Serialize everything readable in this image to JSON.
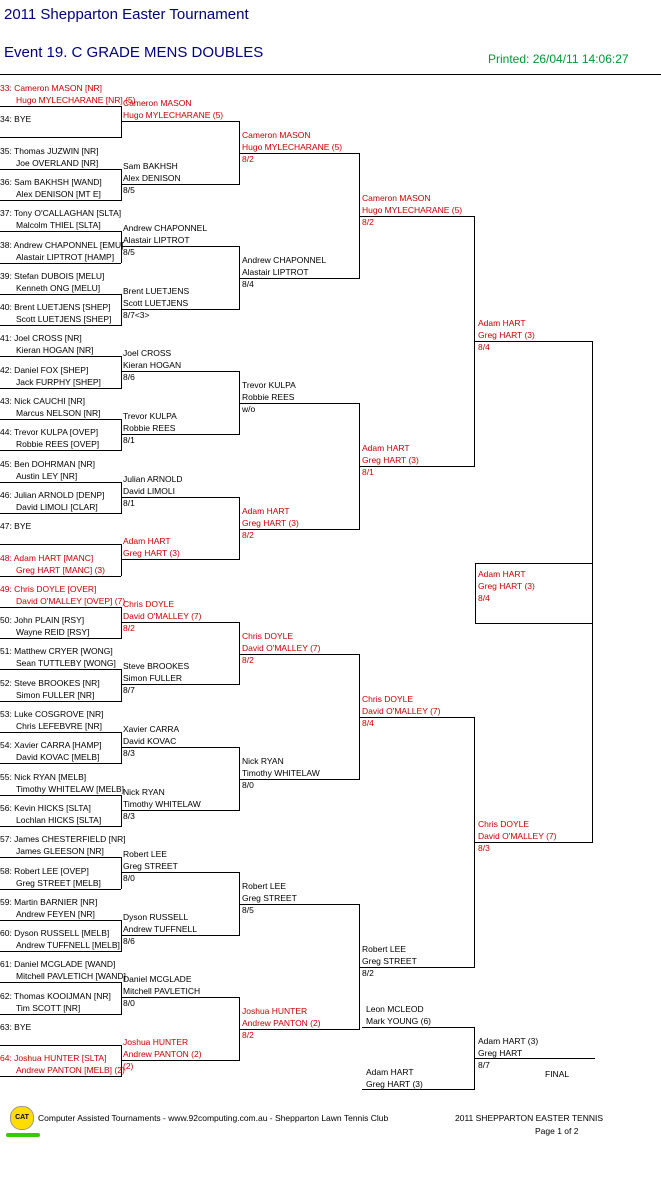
{
  "header": {
    "tournament": "2011 Shepparton Easter Tournament",
    "event": "Event 19. C GRADE MENS DOUBLES",
    "printed": "Printed: 26/04/11 14:06:27"
  },
  "round1": [
    {
      "pos": "33: Cameron MASON [NR]",
      "p2": "Hugo MYLECHARANE [NR] (5)",
      "red": true
    },
    {
      "pos": "34: BYE",
      "p2": "",
      "red": false
    },
    {
      "pos": "35: Thomas JUZWIN [NR]",
      "p2": "Joe OVERLAND [NR]",
      "red": false
    },
    {
      "pos": "36: Sam BAKHSH [WAND]",
      "p2": "Alex DENISON [MT E]",
      "red": false
    },
    {
      "pos": "37: Tony O'CALLAGHAN [SLTA]",
      "p2": "Malcolm THIEL [SLTA]",
      "red": false
    },
    {
      "pos": "38: Andrew CHAPONNEL [EMU]",
      "p2": "Alastair LIPTROT [HAMP]",
      "red": false
    },
    {
      "pos": "39: Stefan DUBOIS [MELU]",
      "p2": "Kenneth ONG [MELU]",
      "red": false
    },
    {
      "pos": "40: Brent LUETJENS [SHEP]",
      "p2": "Scott LUETJENS [SHEP]",
      "red": false
    },
    {
      "pos": "41: Joel CROSS [NR]",
      "p2": "Kieran HOGAN [NR]",
      "red": false
    },
    {
      "pos": "42: Daniel FOX [SHEP]",
      "p2": "Jack FURPHY [SHEP]",
      "red": false
    },
    {
      "pos": "43: Nick CAUCHI [NR]",
      "p2": "Marcus NELSON [NR]",
      "red": false
    },
    {
      "pos": "44: Trevor KULPA [OVEP]",
      "p2": "Robbie REES [OVEP]",
      "red": false
    },
    {
      "pos": "45: Ben DOHRMAN [NR]",
      "p2": "Austin LEY [NR]",
      "red": false
    },
    {
      "pos": "46: Julian ARNOLD [DENP]",
      "p2": "David LIMOLI [CLAR]",
      "red": false
    },
    {
      "pos": "47: BYE",
      "p2": "",
      "red": false
    },
    {
      "pos": "48: Adam HART [MANC]",
      "p2": "Greg HART [MANC] (3)",
      "red": true
    },
    {
      "pos": "49: Chris DOYLE [OVER]",
      "p2": "David O'MALLEY [OVEP] (7)",
      "red": true
    },
    {
      "pos": "50: John PLAIN [RSY]",
      "p2": "Wayne REID [RSY]",
      "red": false
    },
    {
      "pos": "51: Matthew CRYER [WONG]",
      "p2": "Sean TUTTLEBY [WONG]",
      "red": false
    },
    {
      "pos": "52: Steve BROOKES [NR]",
      "p2": "Simon FULLER [NR]",
      "red": false
    },
    {
      "pos": "53: Luke COSGROVE [NR]",
      "p2": "Chris LEFEBVRE [NR]",
      "red": false
    },
    {
      "pos": "54: Xavier CARRA [HAMP]",
      "p2": "David KOVAC [MELB]",
      "red": false
    },
    {
      "pos": "55: Nick RYAN [MELB]",
      "p2": "Timothy WHITELAW [MELB]",
      "red": false
    },
    {
      "pos": "56: Kevin HICKS [SLTA]",
      "p2": "Lochlan HICKS [SLTA]",
      "red": false
    },
    {
      "pos": "57: James CHESTERFIELD [NR]",
      "p2": "James GLEESON [NR]",
      "red": false
    },
    {
      "pos": "58: Robert LEE [OVEP]",
      "p2": "Greg STREET [MELB]",
      "red": false
    },
    {
      "pos": "59: Martin BARNIER [NR]",
      "p2": "Andrew FEYEN [NR]",
      "red": false
    },
    {
      "pos": "60: Dyson RUSSELL [MELB]",
      "p2": "Andrew TUFFNELL [MELB]",
      "red": false
    },
    {
      "pos": "61: Daniel MCGLADE [WAND]",
      "p2": "Mitchell PAVLETICH [WAND]",
      "red": false
    },
    {
      "pos": "62: Thomas KOOIJMAN [NR]",
      "p2": "Tim SCOTT [NR]",
      "red": false
    },
    {
      "pos": "63: BYE",
      "p2": "",
      "red": false
    },
    {
      "pos": "64: Joshua HUNTER [SLTA]",
      "p2": "Andrew PANTON [MELB] (2)",
      "red": true
    }
  ],
  "round2": [
    {
      "a": "Cameron MASON",
      "b": "Hugo MYLECHARANE (5)",
      "s": "",
      "red": true
    },
    {
      "a": "Sam BAKHSH",
      "b": "Alex DENISON",
      "s": "8/5",
      "red": false
    },
    {
      "a": "Andrew CHAPONNEL",
      "b": "Alastair LIPTROT",
      "s": "8/5",
      "red": false
    },
    {
      "a": "Brent LUETJENS",
      "b": "Scott LUETJENS",
      "s": "8/7<3>",
      "red": false
    },
    {
      "a": "Joel CROSS",
      "b": "Kieran HOGAN",
      "s": "8/6",
      "red": false
    },
    {
      "a": "Trevor KULPA",
      "b": "Robbie REES",
      "s": "8/1",
      "red": false
    },
    {
      "a": "Julian ARNOLD",
      "b": "David LIMOLI",
      "s": "8/1",
      "red": false
    },
    {
      "a": "Adam HART",
      "b": "Greg HART (3)",
      "s": "",
      "red": true
    },
    {
      "a": "Chris DOYLE",
      "b": "David O'MALLEY (7)",
      "s": "8/2",
      "red": true
    },
    {
      "a": "Steve BROOKES",
      "b": "Simon FULLER",
      "s": "8/7",
      "red": false
    },
    {
      "a": "Xavier CARRA",
      "b": "David KOVAC",
      "s": "8/3",
      "red": false
    },
    {
      "a": "Nick RYAN",
      "b": "Timothy WHITELAW",
      "s": "8/3",
      "red": false
    },
    {
      "a": "Robert LEE",
      "b": "Greg STREET",
      "s": "8/0",
      "red": false
    },
    {
      "a": "Dyson RUSSELL",
      "b": "Andrew TUFFNELL",
      "s": "8/6",
      "red": false
    },
    {
      "a": "Daniel MCGLADE",
      "b": "Mitchell PAVLETICH",
      "s": "8/0",
      "red": false
    },
    {
      "a": "Joshua HUNTER",
      "b": "Andrew PANTON (2)",
      "s": "(2)",
      "red": true
    }
  ],
  "round3": [
    {
      "a": "Cameron MASON",
      "b": "Hugo MYLECHARANE (5)",
      "s": "8/2",
      "red": true
    },
    {
      "a": "Andrew CHAPONNEL",
      "b": "Alastair LIPTROT",
      "s": "8/4",
      "red": false
    },
    {
      "a": "Trevor KULPA",
      "b": "Robbie REES",
      "s": "w/o",
      "red": false
    },
    {
      "a": "Adam HART",
      "b": "Greg HART (3)",
      "s": "8/2",
      "red": true
    },
    {
      "a": "Chris DOYLE",
      "b": "David O'MALLEY (7)",
      "s": "8/2",
      "red": true
    },
    {
      "a": "Nick RYAN",
      "b": "Timothy WHITELAW",
      "s": "8/0",
      "red": false
    },
    {
      "a": "Robert LEE",
      "b": "Greg STREET",
      "s": "8/5",
      "red": false
    },
    {
      "a": "Joshua HUNTER",
      "b": "Andrew PANTON (2)",
      "s": "8/2",
      "red": true
    }
  ],
  "round4": [
    {
      "a": "Cameron MASON",
      "b": "Hugo MYLECHARANE (5)",
      "s": "8/2",
      "red": true
    },
    {
      "a": "Adam HART",
      "b": "Greg HART (3)",
      "s": "8/1",
      "red": true
    },
    {
      "a": "Chris DOYLE",
      "b": "David O'MALLEY (7)",
      "s": "8/4",
      "red": true
    },
    {
      "a": "Robert LEE",
      "b": "Greg STREET",
      "s": "8/2",
      "red": false
    }
  ],
  "round5": [
    {
      "a": "Adam HART",
      "b": "Greg HART (3)",
      "s": "8/4",
      "red": true
    },
    {
      "a": "Chris DOYLE",
      "b": "David O'MALLEY (7)",
      "s": "8/3",
      "red": true
    }
  ],
  "semi": {
    "a": "Adam HART",
    "b": "Greg HART (3)",
    "s": "8/4"
  },
  "final": {
    "top_a": "Leon MCLEOD",
    "top_b": "Mark YOUNG (6)",
    "bot_a": "Adam HART",
    "bot_b": "Greg HART (3)",
    "w_a": "Adam HART (3)",
    "w_b": "Greg HART",
    "w_s": "8/7",
    "label": "FINAL"
  },
  "footer": {
    "logo": "CAT",
    "credit": "Computer Assisted Tournaments - www.92computing.com.au -  Shepparton Lawn Tennis Club",
    "right": "2011 SHEPPARTON EASTER TENNIS",
    "page": "Page 1 of 2"
  }
}
